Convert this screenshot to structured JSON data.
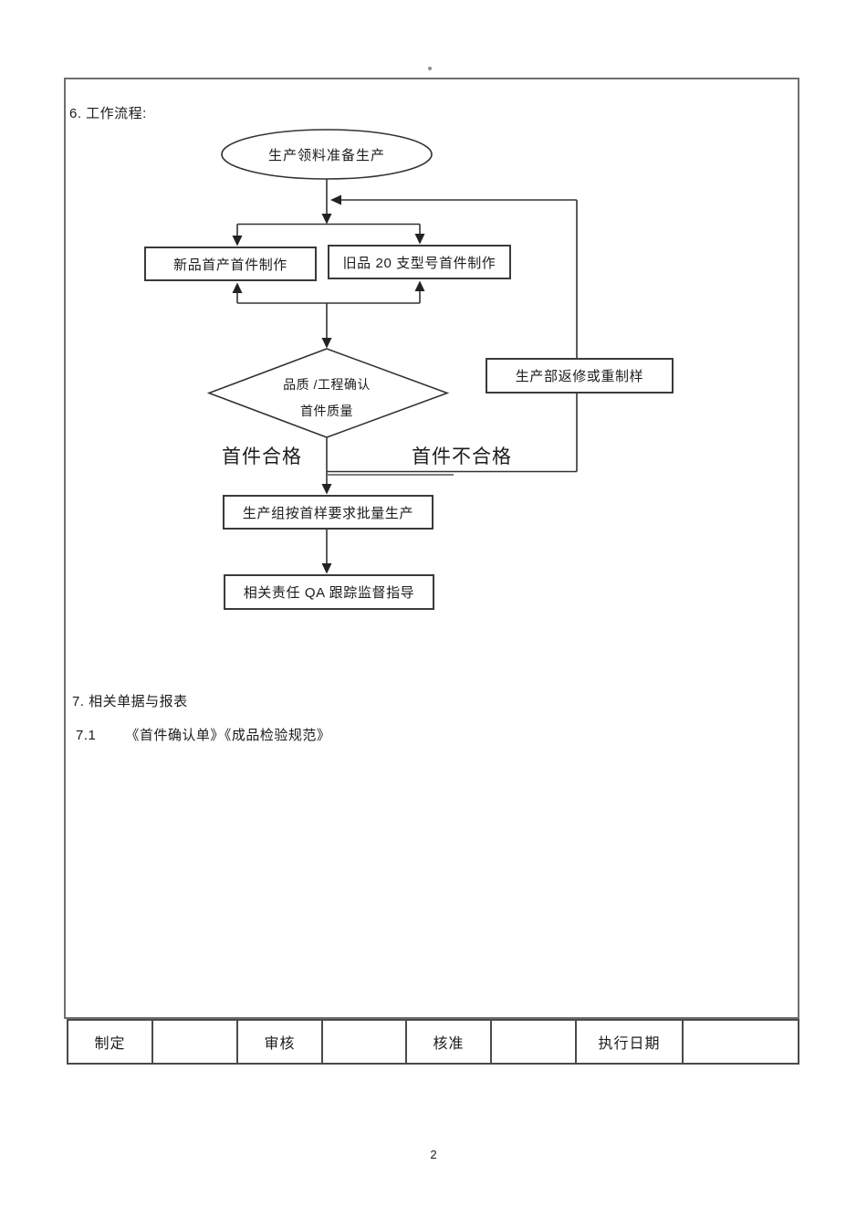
{
  "page": {
    "section6_title": "6. 工作流程:",
    "section7_title": "7. 相关单据与报表",
    "section7_item": {
      "number": "7.1",
      "text": "《首件确认单》《成品检验规范》"
    },
    "page_number": "2"
  },
  "flowchart": {
    "start_label": "生产领料准备生产",
    "new_product_box": "新品首产首件制作",
    "old_product_box": "旧品 20 支型号首件制作",
    "decision": {
      "line1": "品质 /工程确认",
      "line2": "首件质量"
    },
    "pass_label": "首件合格",
    "fail_label": "首件不合格",
    "rework_box": "生产部返修或重制样",
    "batch_box": "生产组按首样要求批量生产",
    "qa_box": "相关责任  QA 跟踪监督指导"
  },
  "footer_table": {
    "cells": [
      "制定",
      "",
      "审核",
      "",
      "核准",
      "",
      "执行日期",
      ""
    ]
  },
  "colors": {
    "line": "#333333",
    "page_border": "#6f6f6f",
    "text": "#1c1c1c"
  }
}
